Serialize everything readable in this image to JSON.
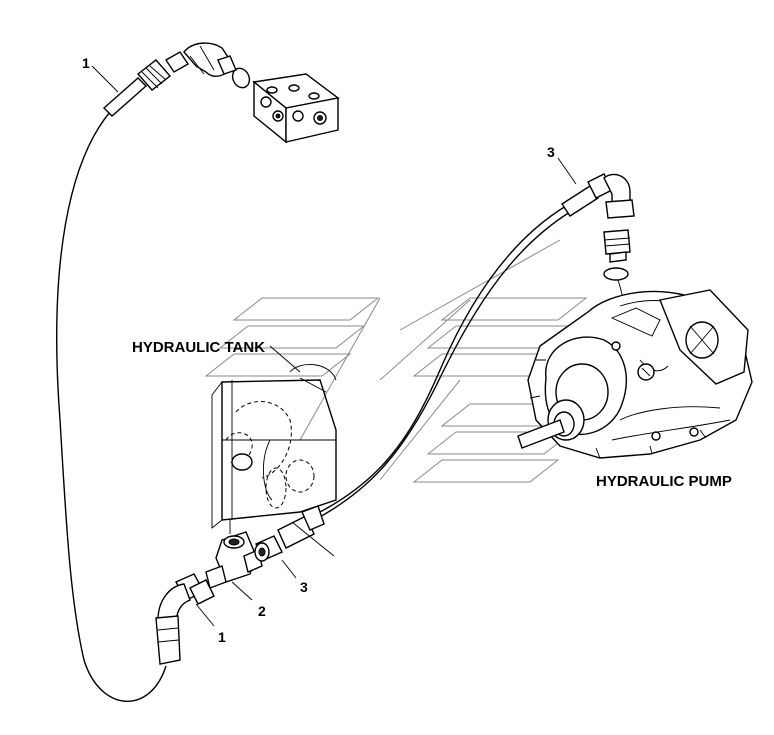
{
  "labels": {
    "hydraulic_tank": "HYDRAULIC TANK",
    "hydraulic_pump": "HYDRAULIC PUMP"
  },
  "callouts": {
    "hose_top": "1",
    "hose_bottom": "1",
    "tee_fitting": "2",
    "connector_bottom": "3",
    "connector_top": "3"
  }
}
